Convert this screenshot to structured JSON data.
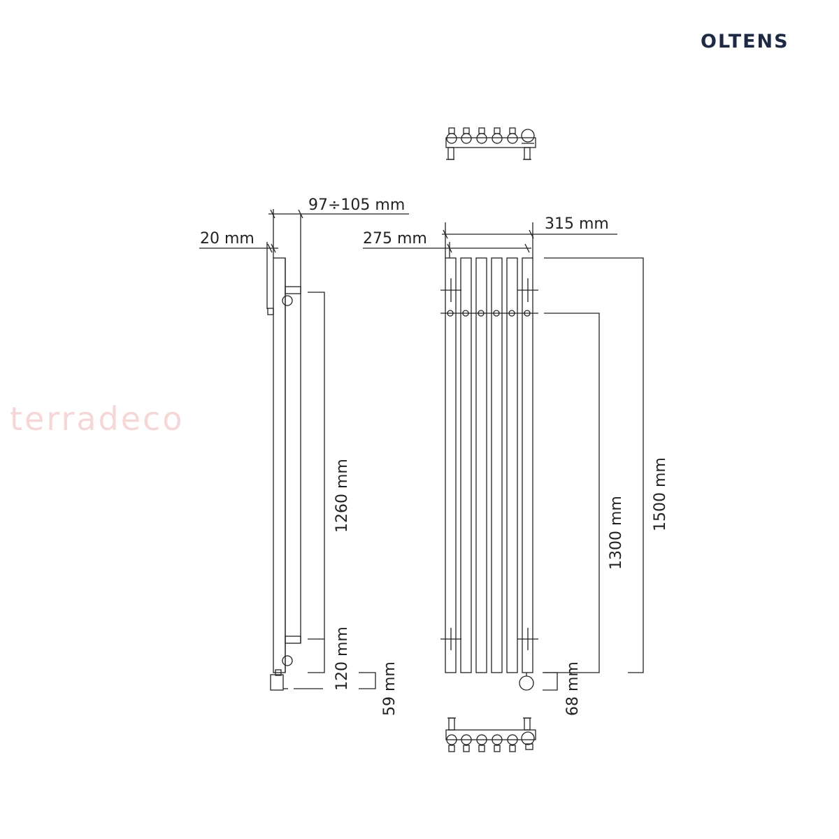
{
  "brand": {
    "logo": "OLTENS",
    "watermark": "terradeco"
  },
  "dimensions": {
    "d_97_105": "97÷105 mm",
    "d_20": "20 mm",
    "d_1260": "1260 mm",
    "d_120": "120 mm",
    "d_59": "59 mm",
    "d_275": "275 mm",
    "d_315": "315 mm",
    "d_1300": "1300 mm",
    "d_1500": "1500 mm",
    "d_68": "68 mm"
  },
  "colors": {
    "line": "#222222",
    "logo": "#1e2a44",
    "watermark": "#f6d7d7"
  },
  "radiator": {
    "columns": 6
  }
}
